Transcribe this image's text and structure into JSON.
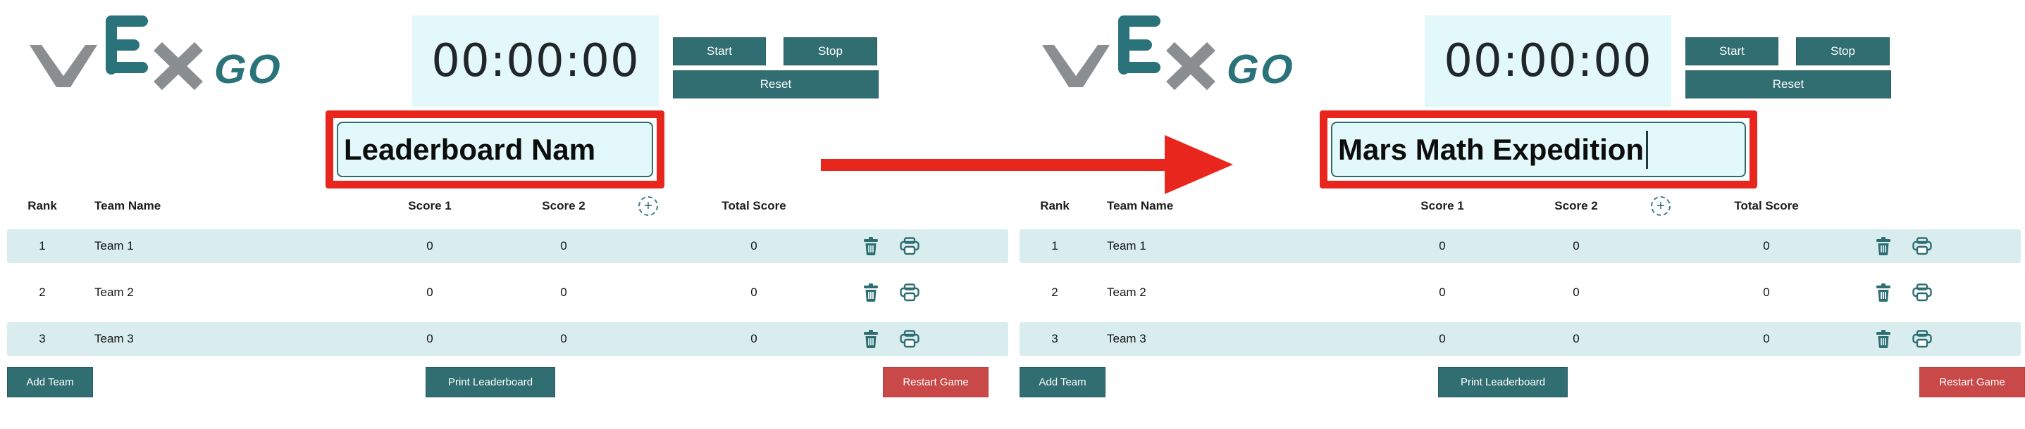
{
  "logo": {
    "brand": "VEX",
    "product": "GO"
  },
  "colors": {
    "teal": "#306e72",
    "logo_teal": "#2a737b",
    "logo_gray": "#8b8e90",
    "light_cyan": "#e2f8fa",
    "row_highlight": "#d9edee",
    "highlight_red": "#e8261d",
    "restart_red": "#c94848",
    "text_dark": "#1e1e1e"
  },
  "arrow": {
    "meaning": "before-to-after transition"
  },
  "panels": [
    {
      "timer": {
        "value": "00:00:00"
      },
      "controls": {
        "start": "Start",
        "stop": "Stop",
        "reset": "Reset"
      },
      "leaderboard_name": {
        "value": "Leaderboard Nam",
        "editing": false
      },
      "table": {
        "headers": {
          "rank": "Rank",
          "team": "Team Name",
          "score1": "Score 1",
          "score2": "Score 2",
          "total": "Total Score"
        },
        "add_score_column_icon": "plus-circle-dashed",
        "row_icons": [
          "trash-icon",
          "printer-icon"
        ],
        "rows": [
          {
            "rank": "1",
            "team": "Team 1",
            "score1": "0",
            "score2": "0",
            "total": "0"
          },
          {
            "rank": "2",
            "team": "Team 2",
            "score1": "0",
            "score2": "0",
            "total": "0"
          },
          {
            "rank": "3",
            "team": "Team 3",
            "score1": "0",
            "score2": "0",
            "total": "0"
          }
        ]
      },
      "footer": {
        "add_team": "Add Team",
        "print_leaderboard": "Print Leaderboard",
        "restart_game": "Restart Game"
      }
    },
    {
      "timer": {
        "value": "00:00:00"
      },
      "controls": {
        "start": "Start",
        "stop": "Stop",
        "reset": "Reset"
      },
      "leaderboard_name": {
        "value": "Mars Math Expedition",
        "editing": true
      },
      "table": {
        "headers": {
          "rank": "Rank",
          "team": "Team Name",
          "score1": "Score 1",
          "score2": "Score 2",
          "total": "Total Score"
        },
        "add_score_column_icon": "plus-circle-dashed",
        "row_icons": [
          "trash-icon",
          "printer-icon"
        ],
        "rows": [
          {
            "rank": "1",
            "team": "Team 1",
            "score1": "0",
            "score2": "0",
            "total": "0"
          },
          {
            "rank": "2",
            "team": "Team 2",
            "score1": "0",
            "score2": "0",
            "total": "0"
          },
          {
            "rank": "3",
            "team": "Team 3",
            "score1": "0",
            "score2": "0",
            "total": "0"
          }
        ]
      },
      "footer": {
        "add_team": "Add Team",
        "print_leaderboard": "Print Leaderboard",
        "restart_game": "Restart Game"
      }
    }
  ]
}
